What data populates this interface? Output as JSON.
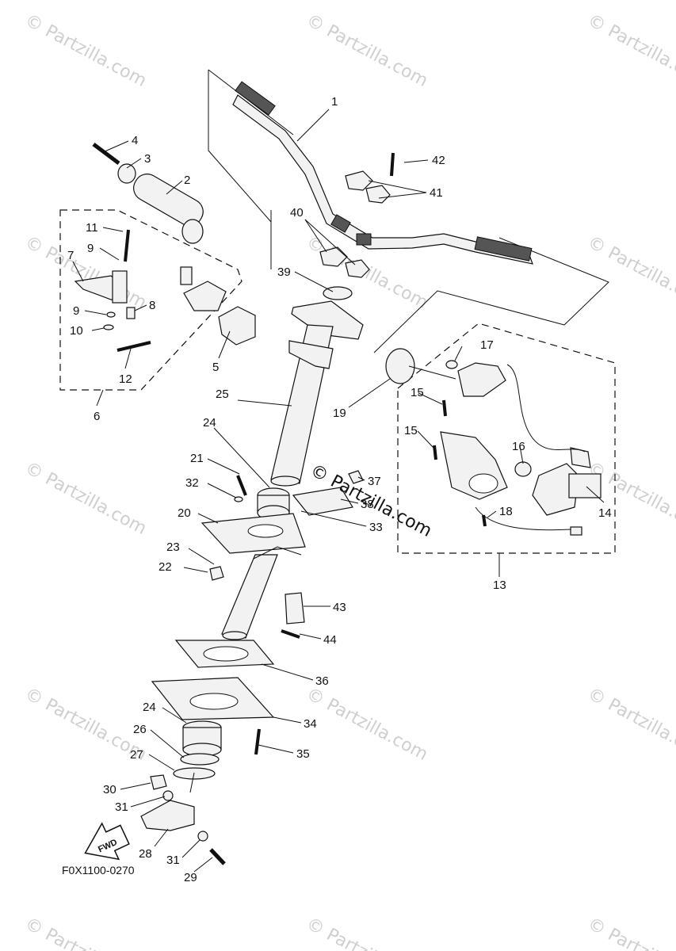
{
  "watermark": "© Partzilla.com",
  "diagram_code": "F0X1100-0270",
  "direction_arrow": "FWD",
  "callouts": [
    {
      "id": "c1",
      "text": "1"
    },
    {
      "id": "c2",
      "text": "2"
    },
    {
      "id": "c3",
      "text": "3"
    },
    {
      "id": "c4",
      "text": "4"
    },
    {
      "id": "c5",
      "text": "5"
    },
    {
      "id": "c6",
      "text": "6"
    },
    {
      "id": "c7",
      "text": "7"
    },
    {
      "id": "c8",
      "text": "8"
    },
    {
      "id": "c9a",
      "text": "9"
    },
    {
      "id": "c9b",
      "text": "9"
    },
    {
      "id": "c10",
      "text": "10"
    },
    {
      "id": "c11",
      "text": "11"
    },
    {
      "id": "c12",
      "text": "12"
    },
    {
      "id": "c13",
      "text": "13"
    },
    {
      "id": "c14",
      "text": "14"
    },
    {
      "id": "c15a",
      "text": "15"
    },
    {
      "id": "c15b",
      "text": "15"
    },
    {
      "id": "c16",
      "text": "16"
    },
    {
      "id": "c17",
      "text": "17"
    },
    {
      "id": "c18",
      "text": "18"
    },
    {
      "id": "c19",
      "text": "19"
    },
    {
      "id": "c20",
      "text": "20"
    },
    {
      "id": "c21",
      "text": "21"
    },
    {
      "id": "c22",
      "text": "22"
    },
    {
      "id": "c23",
      "text": "23"
    },
    {
      "id": "c24a",
      "text": "24"
    },
    {
      "id": "c24b",
      "text": "24"
    },
    {
      "id": "c25",
      "text": "25"
    },
    {
      "id": "c26",
      "text": "26"
    },
    {
      "id": "c27",
      "text": "27"
    },
    {
      "id": "c28",
      "text": "28"
    },
    {
      "id": "c29",
      "text": "29"
    },
    {
      "id": "c30",
      "text": "30"
    },
    {
      "id": "c31a",
      "text": "31"
    },
    {
      "id": "c31b",
      "text": "31"
    },
    {
      "id": "c32",
      "text": "32"
    },
    {
      "id": "c33",
      "text": "33"
    },
    {
      "id": "c34",
      "text": "34"
    },
    {
      "id": "c35",
      "text": "35"
    },
    {
      "id": "c36",
      "text": "36"
    },
    {
      "id": "c37",
      "text": "37"
    },
    {
      "id": "c38",
      "text": "38"
    },
    {
      "id": "c39",
      "text": "39"
    },
    {
      "id": "c40",
      "text": "40"
    },
    {
      "id": "c41",
      "text": "41"
    },
    {
      "id": "c42",
      "text": "42"
    },
    {
      "id": "c43",
      "text": "43"
    },
    {
      "id": "c44",
      "text": "44"
    }
  ]
}
